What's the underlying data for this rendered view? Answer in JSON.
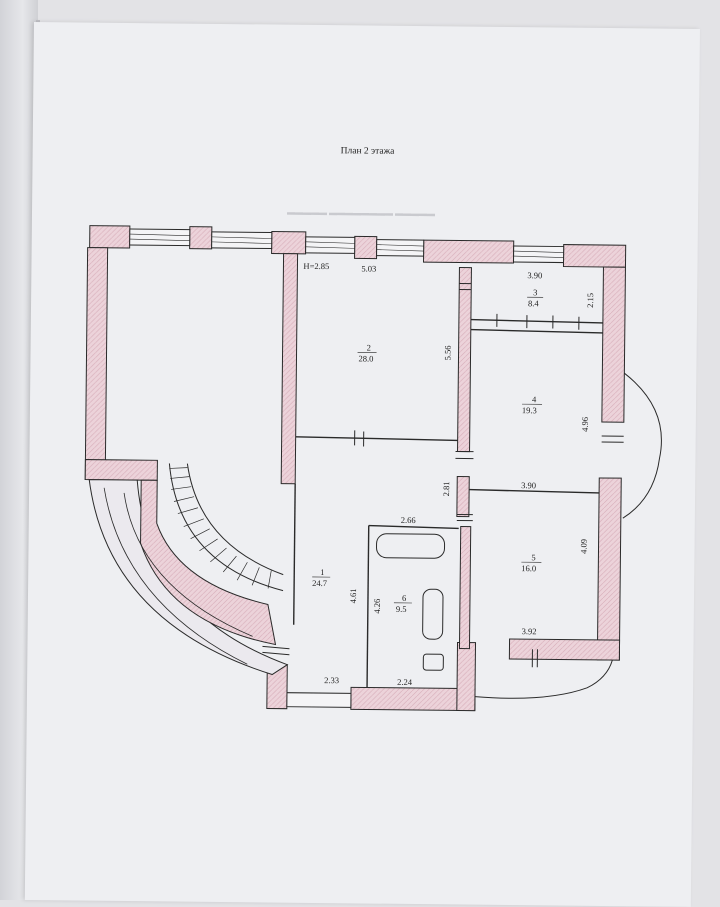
{
  "page": {
    "title": "План 2 этажа"
  },
  "plan": {
    "ceiling_height": "H=2.85",
    "dimensions": {
      "d_503": "5.03",
      "d_390_top": "3.90",
      "d_215": "2.15",
      "d_556": "5.56",
      "d_496": "4.96",
      "d_281": "2.81",
      "d_390_mid": "3.90",
      "d_266": "2.66",
      "d_409": "4.09",
      "d_461": "4.61",
      "d_426": "4.26",
      "d_392": "3.92",
      "d_233": "2.33",
      "d_224": "2.24"
    },
    "rooms": [
      {
        "number": "1",
        "area": "24.7"
      },
      {
        "number": "2",
        "area": "28.0"
      },
      {
        "number": "3",
        "area": "8.4"
      },
      {
        "number": "4",
        "area": "19.3"
      },
      {
        "number": "5",
        "area": "16.0"
      },
      {
        "number": "6",
        "area": "9.5"
      }
    ]
  },
  "colors": {
    "wall_fill": "#e9cfd6",
    "wall_line": "#2a2a2a",
    "paper": "#eeeff2"
  }
}
